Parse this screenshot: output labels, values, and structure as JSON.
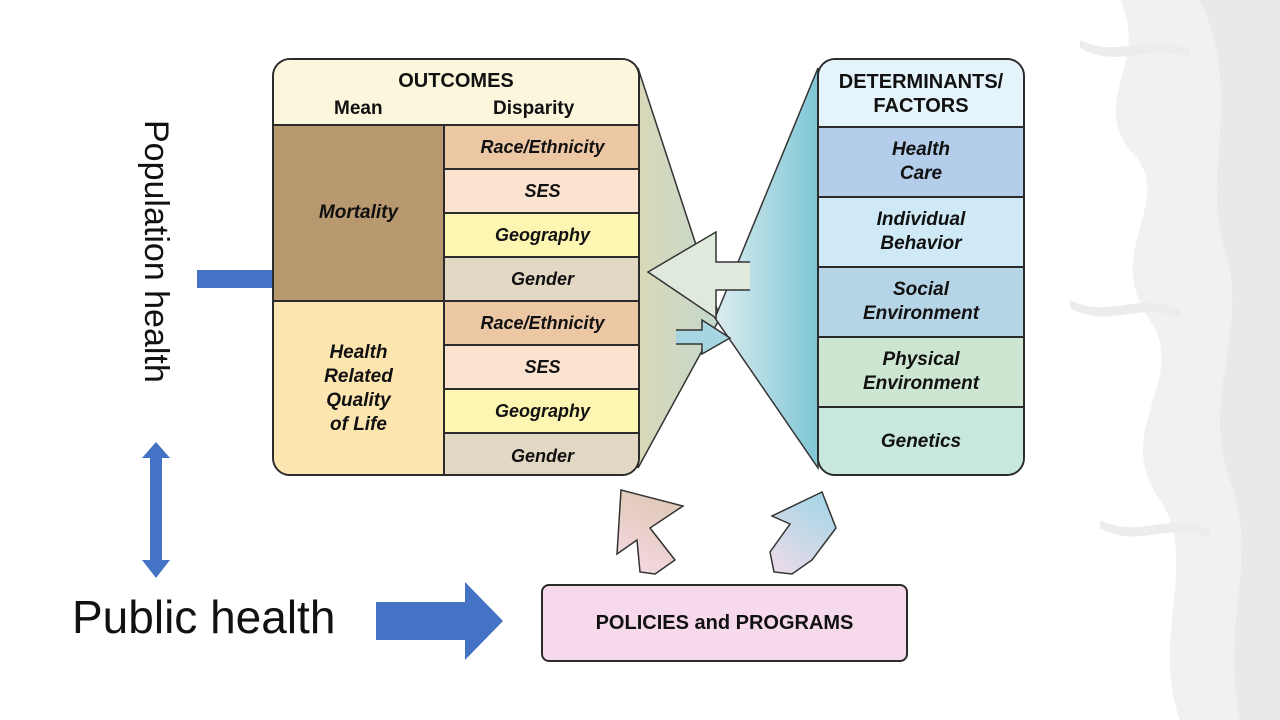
{
  "outcomes": {
    "title": "OUTCOMES",
    "mean_label": "Mean",
    "disparity_label": "Disparity",
    "mortality": {
      "label": "Mortality",
      "disparities": [
        "Race/Ethnicity",
        "SES",
        "Geography",
        "Gender"
      ]
    },
    "hrql": {
      "label_lines": [
        "Health",
        "Related",
        "Quality",
        "of Life"
      ],
      "disparities": [
        "Race/Ethnicity",
        "SES",
        "Geography",
        "Gender"
      ]
    }
  },
  "determinants": {
    "title_lines": [
      "DETERMINANTS/",
      "FACTORS"
    ],
    "items": [
      {
        "lines": [
          "Health",
          "Care"
        ],
        "color": "#b3cdea"
      },
      {
        "lines": [
          "Individual",
          "Behavior"
        ],
        "color": "#cfeaf6"
      },
      {
        "lines": [
          "Social",
          "Environment"
        ],
        "color": "#b5d4e6"
      },
      {
        "lines": [
          "Physical",
          "Environment"
        ],
        "color": "#cde6d1"
      },
      {
        "lines": [
          "Genetics"
        ],
        "color": "#c8e8df"
      }
    ]
  },
  "policies": {
    "label": "POLICIES and PROGRAMS"
  },
  "labels": {
    "population_health": "Population health",
    "public_health": "Public health"
  },
  "colors": {
    "blue_arrow": "#4472c4",
    "mortality_fill": "#b8986f",
    "hrql_fill": "#fde5b0",
    "policies_fill": "#f7d9ec"
  }
}
